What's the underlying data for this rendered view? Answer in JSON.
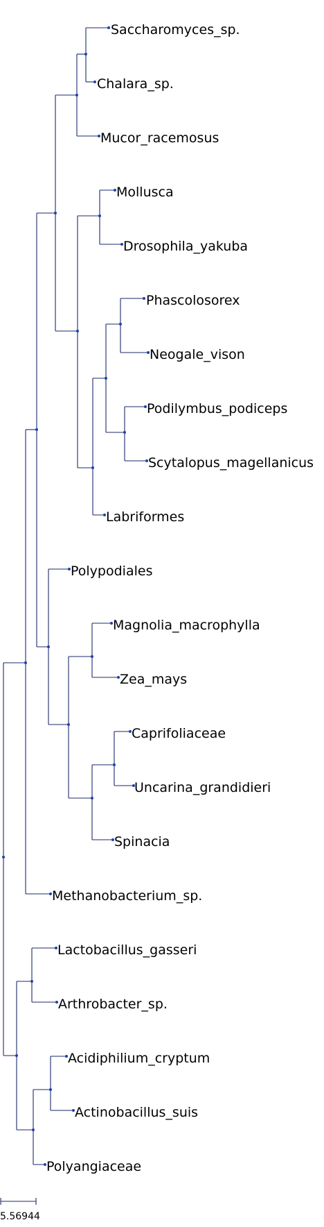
{
  "tree": {
    "branch_color": "#1c2a6a",
    "node_color": "#1f3fb0",
    "leaves": [
      "Saccharomyces_sp.",
      "Chalara_sp.",
      "Mucor_racemosus",
      "Mollusca",
      "Drosophila_yakuba",
      "Phascolosorex",
      "Neogale_vison",
      "Podilymbus_podiceps",
      "Scytalopus_magellanicus",
      "Labriformes",
      "Polypodiales",
      "Magnolia_macrophylla",
      "Zea_mays",
      "Caprifoliaceae",
      "Uncarina_grandidieri",
      "Spinacia",
      "Methanobacterium_sp.",
      "Lactobacillus_gasseri",
      "Arthrobacter_sp.",
      "Acidiphilium_cryptum",
      "Actinobacillus_suis",
      "Polyangiaceae"
    ]
  },
  "scale_bar": {
    "label": "5.56944"
  }
}
